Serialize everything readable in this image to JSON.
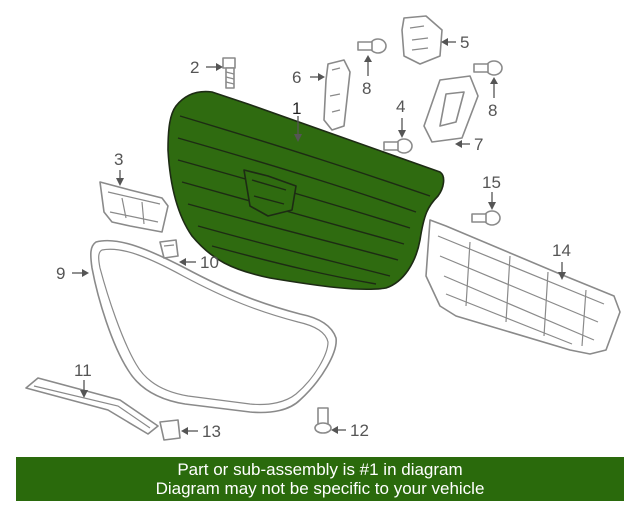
{
  "diagram": {
    "callouts": [
      {
        "id": "1",
        "label": "1"
      },
      {
        "id": "2",
        "label": "2"
      },
      {
        "id": "3",
        "label": "3"
      },
      {
        "id": "4",
        "label": "4"
      },
      {
        "id": "5",
        "label": "5"
      },
      {
        "id": "6",
        "label": "6"
      },
      {
        "id": "7",
        "label": "7"
      },
      {
        "id": "8a",
        "label": "8"
      },
      {
        "id": "8b",
        "label": "8"
      },
      {
        "id": "9",
        "label": "9"
      },
      {
        "id": "10",
        "label": "10"
      },
      {
        "id": "11",
        "label": "11"
      },
      {
        "id": "12",
        "label": "12"
      },
      {
        "id": "13",
        "label": "13"
      },
      {
        "id": "14",
        "label": "14"
      },
      {
        "id": "15",
        "label": "15"
      }
    ],
    "highlight_color": "#2f6b10",
    "line_color": "#8a8a8a"
  },
  "banner": {
    "line1": "Part or sub-assembly is #1 in diagram",
    "line2": "Diagram may not be specific to your vehicle",
    "background": "#2a6a0c"
  }
}
